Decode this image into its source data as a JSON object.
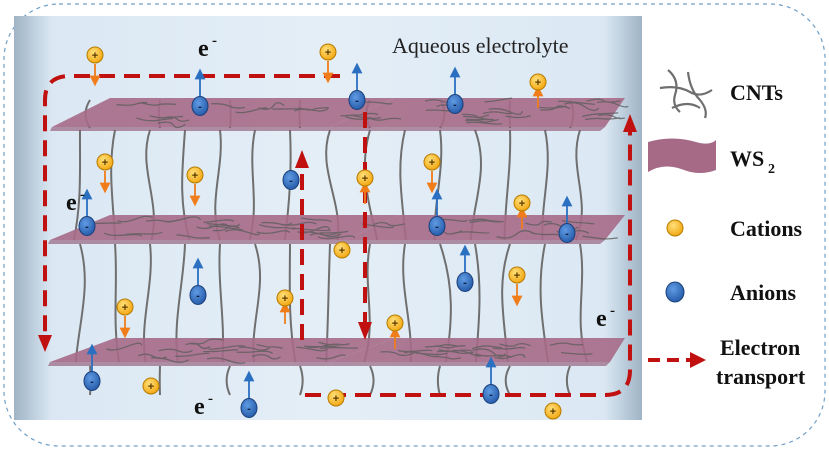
{
  "diagram": {
    "electrolyte_label": "Aqueous electrolyte",
    "electron_label": "e",
    "electron_superscript": "-",
    "cation_sign": "+",
    "anion_sign": "-",
    "colors": {
      "background": "#dbe9f4",
      "sheet": "#a66a87",
      "cnt": "#6f6f6f",
      "cation": "#f6b21a",
      "anion": "#2f6fc1",
      "electron_path": "#c01010",
      "cation_arrow": "#f07d1a",
      "anion_arrow": "#2a6fc0",
      "border": "#6f9fc8"
    }
  },
  "legend": {
    "cnts": "CNTs",
    "ws2_main": "WS",
    "ws2_sub": "2",
    "cations": "Cations",
    "anions": "Anions",
    "electron_line1": "Electron",
    "electron_line2": "transport"
  }
}
